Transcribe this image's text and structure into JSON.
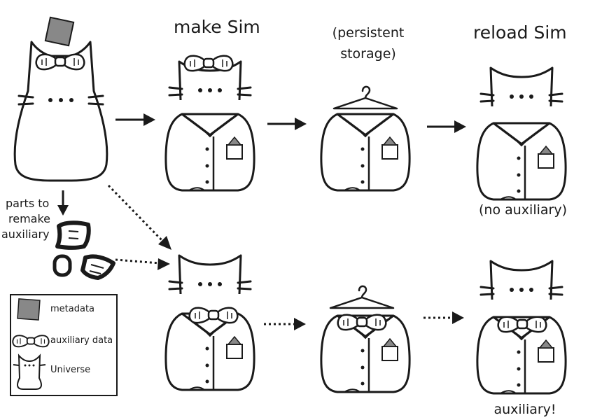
{
  "labels": {
    "make_sim": "make Sim",
    "persistent_line1": "(persistent",
    "persistent_line2": "storage)",
    "reload_sim": "reload Sim",
    "no_auxiliary": "(no auxiliary)",
    "parts_line1": "parts to",
    "parts_line2": "remake",
    "parts_line3": "auxiliary",
    "auxiliary_result": "auxiliary!"
  },
  "legend": {
    "metadata": "metadata",
    "auxiliary_data": "auxiliary data",
    "universe": "Universe"
  },
  "colors": {
    "ink": "#1a1a1a",
    "metadata_fill": "#888888",
    "background": "#ffffff"
  }
}
